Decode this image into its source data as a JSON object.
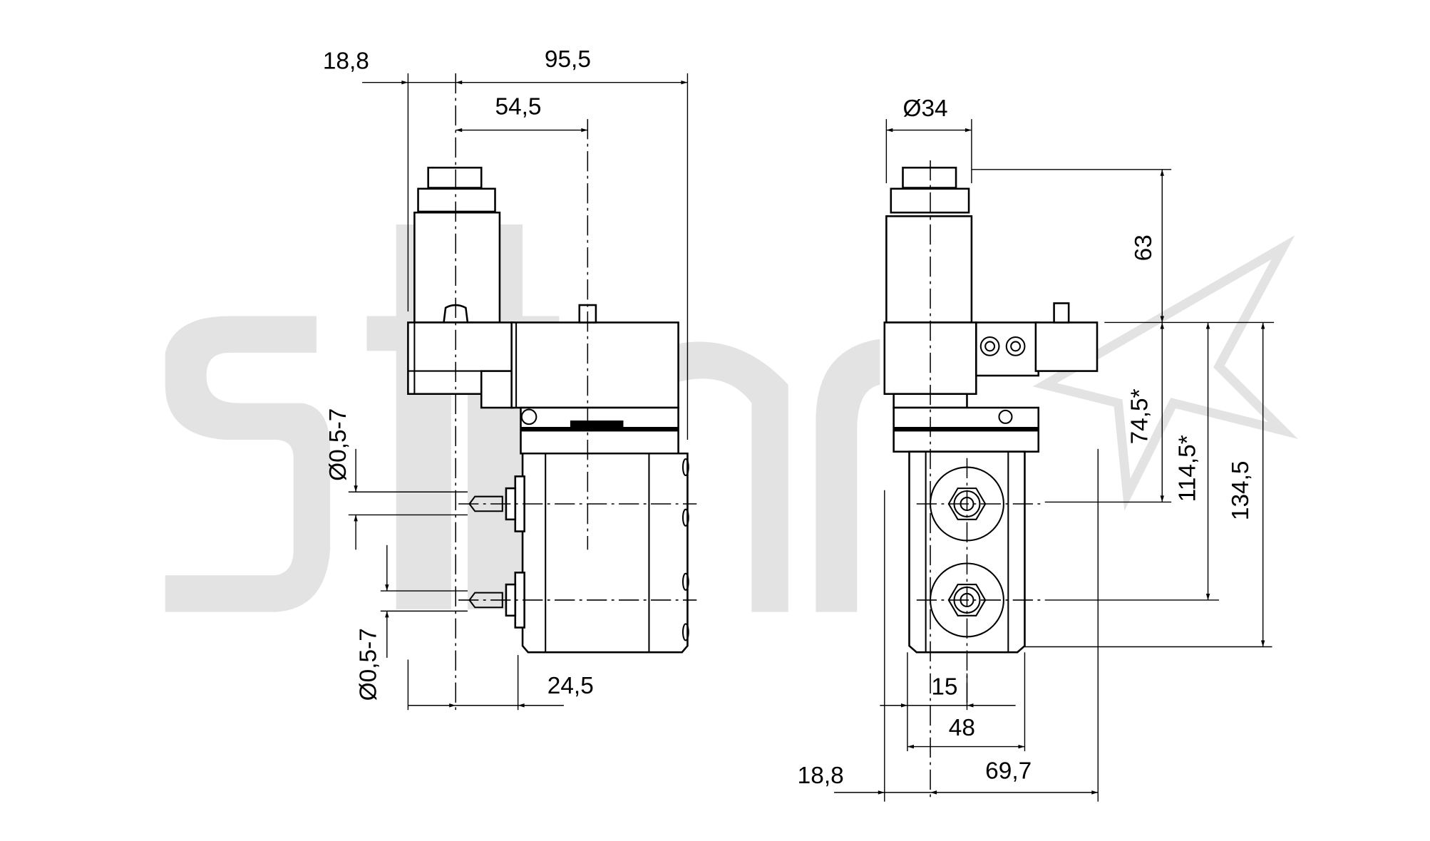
{
  "watermark": {
    "text": "stan",
    "color": "#e3e3e3"
  },
  "side_view": {
    "dims": {
      "offset_left": "18,8",
      "overall_width": "95,5",
      "connector_offset": "54,5",
      "port_diameter_top": "Ø0,5-7",
      "port_diameter_bottom": "Ø0,5-7",
      "body_offset": "24,5"
    }
  },
  "front_view": {
    "dims": {
      "coil_diameter": "Ø34",
      "coil_height": "63",
      "port1_height": "74,5*",
      "port2_height": "114,5*",
      "total_height": "134,5",
      "port_spacing": "15",
      "body_width": "48",
      "offset_left": "18,8",
      "overall_width": "69,7"
    }
  }
}
